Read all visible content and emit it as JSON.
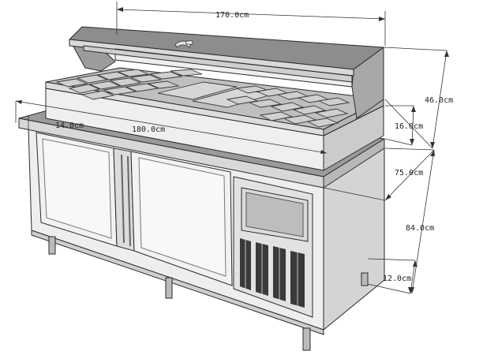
{
  "colors": {
    "background": "#ffffff",
    "outline": "#2a2a2a",
    "dimension_line": "#333333",
    "steel_light": "#e6e6e6",
    "steel_mid": "#c8c8c8",
    "steel_dark": "#8c8c8c",
    "steel_top": "#9a9a9a",
    "door_panel": "#f3f3f3",
    "pan_interior": "#c0c0c0"
  },
  "dimensions": {
    "top_width": "170.0cm",
    "total_height_top": "46.0cm",
    "cover_height": "16.0cm",
    "depth": "75.0cm",
    "counter_length": "180.0cm",
    "front_ledge": "14.0cm",
    "body_height": "84.0cm",
    "leg_height": "12.0cm"
  },
  "components": [
    {
      "name": "glass-sneeze-guard-hood",
      "icon": "hood-icon"
    },
    {
      "name": "ingredient-pans",
      "icon": "pan-icon"
    },
    {
      "name": "refrigerated-cabinet-doors",
      "icon": "door-icon"
    },
    {
      "name": "control-display-panel",
      "icon": "display-icon"
    },
    {
      "name": "ventilation-grille",
      "icon": "vent-icon"
    },
    {
      "name": "adjustable-legs",
      "icon": "leg-icon"
    }
  ]
}
